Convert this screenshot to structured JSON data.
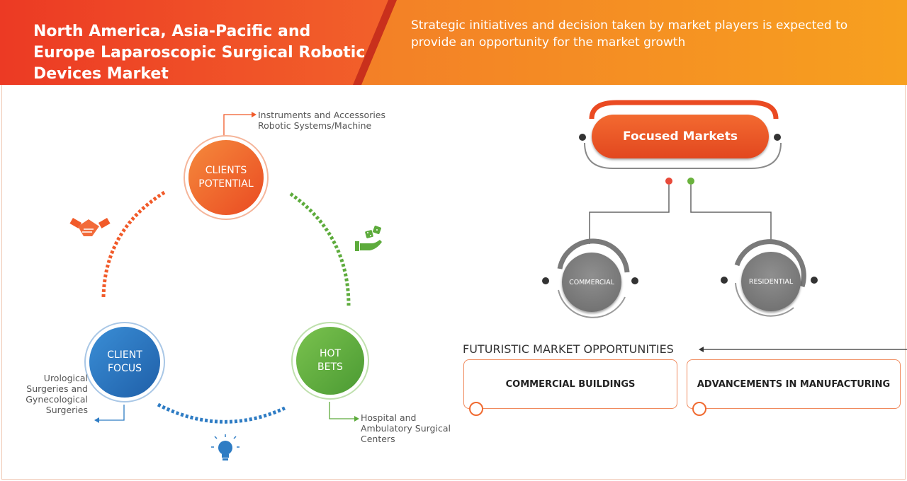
{
  "header": {
    "title": "North America, Asia-Pacific and Europe Laparoscopic Surgical Robotic Devices Market",
    "subtitle": "Strategic initiatives and decision taken by market players is expected to provide an opportunity for the market growth"
  },
  "cycle": {
    "clients_potential": {
      "label": "CLIENTS\nPOTENTIAL",
      "note": "Instruments and Accessories\nRobotic Systems/Machine"
    },
    "client_focus": {
      "label": "CLIENT\nFOCUS",
      "note": "Urological\nSurgeries and\nGynecological\nSurgeries"
    },
    "hot_bets": {
      "label": "HOT\nBETS",
      "note": "Hospital and\nAmbulatory Surgical\nCenters"
    }
  },
  "focused_markets": {
    "label": "Focused Markets",
    "segments": [
      "COMMERCIAL",
      "RESIDENTIAL"
    ]
  },
  "futuristic": {
    "title": "FUTURISTIC MARKET OPPORTUNITIES",
    "items": [
      "COMMERCIAL BUILDINGS",
      "ADVANCEMENTS IN MANUFACTURING"
    ]
  },
  "colors": {
    "orange": "#f15a29",
    "orange_light": "#f7941d",
    "green": "#5dab3c",
    "blue": "#2e7cc4",
    "gray": "#7a7a7a"
  },
  "icons": [
    "handshake-icon",
    "dice-hand-icon",
    "lightbulb-icon"
  ]
}
